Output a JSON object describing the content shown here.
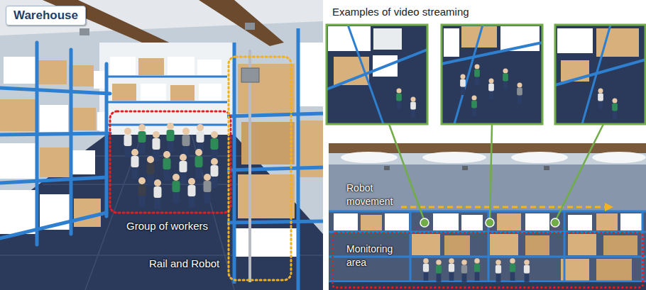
{
  "diagram": {
    "nodes": [
      {
        "text": [
          "Warehouse"
        ]
      },
      {
        "text": [
          "Monitoring area"
        ]
      }
    ],
    "labels": [
      "Group of workers",
      "Rail and Robot",
      "Examples of video streaming",
      "Robot movement"
    ]
  }
}
